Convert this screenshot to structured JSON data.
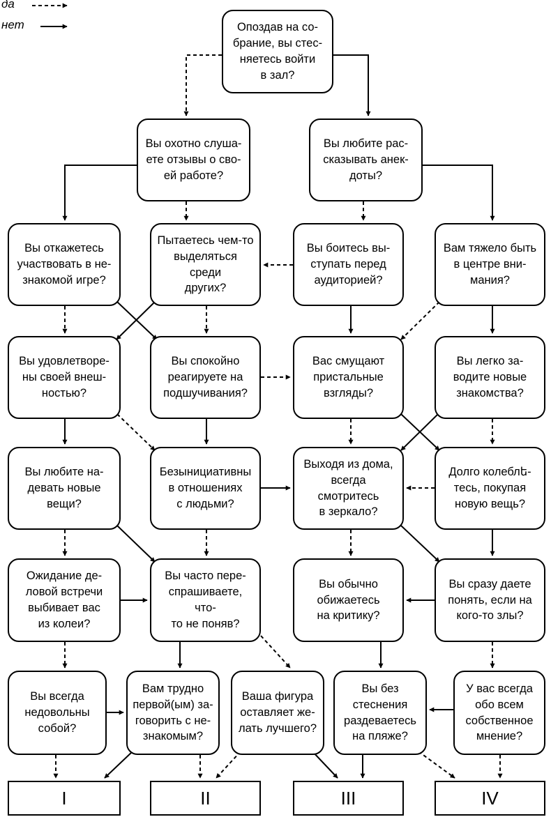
{
  "legend": {
    "yes": "да",
    "no": "нет"
  },
  "nodes": {
    "q1": "Опоздав на со-\nбрание, вы стес-\nняетесь войти\nв зал?",
    "q2": "Вы охотно слуша-\nете отзывы о сво-\nей работе?",
    "q3": "Вы любите рас-\nсказывать анек-\nдоты?",
    "q4": "Вы откажетесь\nучаствовать в не-\nзнакомой игре?",
    "q5": "Пытаетесь чем-то\nвыделяться среди\nдругих?",
    "q6": "Вы боитесь вы-\nступать перед\nаудиторией?",
    "q7": "Вам тяжело быть\nв центре вни-\nмания?",
    "q8": "Вы удовлетворе-\nны своей внеш-\nностью?",
    "q9": "Вы спокойно\nреагируете на\nподшучивания?",
    "q10": "Вас смущают\nпристальные\nвзгляды?",
    "q11": "Вы легко за-\nводите новые\nзнакомства?",
    "q12": "Вы любите на-\nдевать новые\nвещи?",
    "q13": "Безынициативны\nв отношениях\nс людьми?",
    "q14": "Выходя из дома,\nвсегда смотритесь\nв зеркало?",
    "q15": "Долго колеблե-\nтесь, покупая\nновую вещь?",
    "q16": "Ожидание де-\nловой встречи\nвыбивает вас\nиз колеи?",
    "q17": "Вы часто пере-\nспрашиваете, что-\nто не поняв?",
    "q18": "Вы обычно\nобижаетесь\nна критику?",
    "q19": "Вы сразу даете\nпонять, если на\nкого-то злы?",
    "q20": "Вы всегда\nнедовольны\nсобой?",
    "q21": "Вам трудно\nпервой(ым) за-\nговорить с не-\nзнакомым?",
    "q22": "Ваша фигура\nоставляет же-\nлать лучшего?",
    "q23": "Вы без\nстеснения\nраздеваетесь\nна пляже?",
    "q24": "У вас всегда\nобо всем\nсобственное\nмнение?"
  },
  "results": [
    "I",
    "II",
    "III",
    "IV"
  ]
}
